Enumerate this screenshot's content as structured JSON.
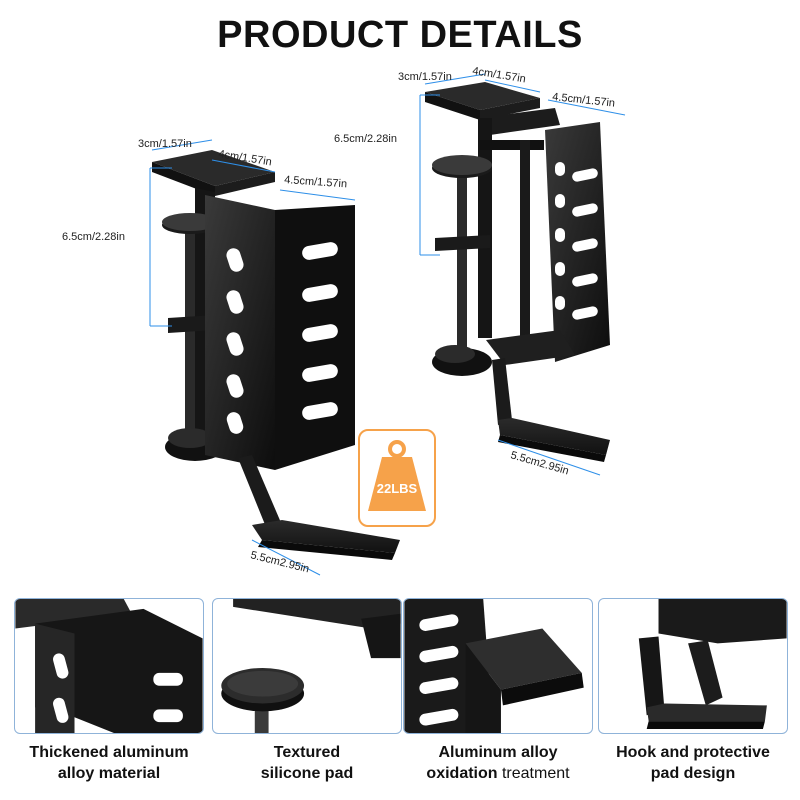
{
  "title": "PRODUCT DETAILS",
  "left_dims": {
    "top_a": "3cm/1.57in",
    "top_b": "4cm/1.57in",
    "top_c": "4.5cm/1.57in",
    "height": "6.5cm/2.28in",
    "hook": "5.5cm2.95in"
  },
  "right_dims": {
    "top_a": "3cm/1.57in",
    "top_b": "4cm/1.57in",
    "top_c": "4.5cm/1.57in",
    "height": "6.5cm/2.28in",
    "hook": "5.5cm2.95in"
  },
  "badge": {
    "label": "22LBS",
    "icon": "weight-icon",
    "color": "#f6a24a"
  },
  "features": [
    {
      "line1": "Thickened aluminum",
      "line2": "alloy material",
      "icon": "bracket-detail-image"
    },
    {
      "line1": "Textured",
      "line2": "silicone pad",
      "icon": "knob-detail-image"
    },
    {
      "line1": "Aluminum alloy",
      "line2a": "oxidation",
      "line2b": " treatment",
      "icon": "oxidation-detail-image"
    },
    {
      "line1": "Hook and protective",
      "line2": "pad design",
      "icon": "hook-detail-image"
    }
  ],
  "colors": {
    "accent_line": "#2e8fe8",
    "panel_border": "#8fb3d9",
    "product": "#1a1a1a"
  }
}
